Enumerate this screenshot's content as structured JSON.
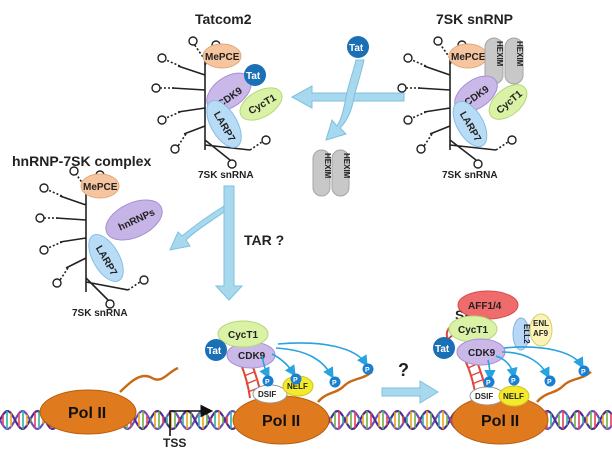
{
  "titles": {
    "tatcom2": "Tatcom2",
    "snrnp7sk": "7SK snRNP",
    "hnrnp_complex": "hnRNP-7SK complex",
    "sec": "SEC"
  },
  "labels": {
    "mepce": "MePCE",
    "tat": "Tat",
    "cdk9": "CDK9",
    "cyct1": "CycT1",
    "larp7": "LARP7",
    "hexim": "HEXIM",
    "hnrnps": "hnRNPs",
    "snrna": "7SK snRNA",
    "tar_question": "TAR ?",
    "pol2": "Pol II",
    "tss": "TSS",
    "dsif": "DSIF",
    "nelf": "NELF",
    "phospho": "P",
    "aff": "AFF1/4",
    "ell2": "ELL2",
    "enl": "ENL",
    "af9": "AF9",
    "question": "?"
  },
  "colors": {
    "mepce": "#f6c49e",
    "cdk9": "#c9b8e8",
    "cyct1": "#d9f2a6",
    "larp7": "#b8dcf5",
    "tat": "#1a6fb5",
    "hexim": "#c8c8c8",
    "hnrnps": "#c7b4e6",
    "pol2": "#e07a1f",
    "nelf": "#f2ea2a",
    "dsif": "#ffffff",
    "phospho": "#1a7fd0",
    "aff": "#f06b6b",
    "ell2": "#b8d6f5",
    "enl": "#fbf3b8",
    "arrow": "#a8d8ee",
    "rna": "#e0453a",
    "ctd": "#c86a15"
  }
}
